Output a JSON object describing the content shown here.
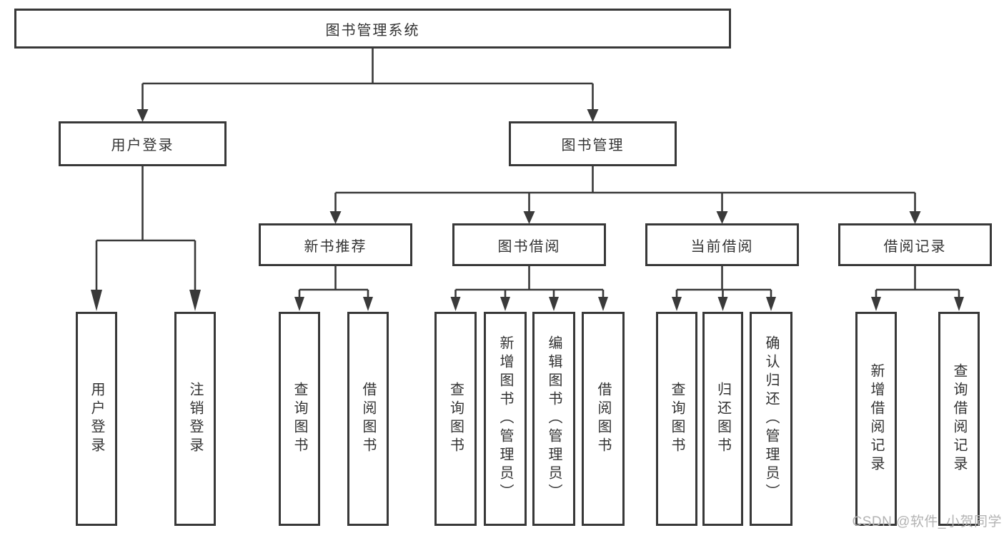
{
  "colors": {
    "line": "#3a3a3a",
    "border": "#383838",
    "text": "#333333",
    "box-bg": "#ffffff",
    "page-bg": "#ffffff",
    "watermark": "#b3b3b3"
  },
  "diagram": {
    "root_label": "图书管理系统",
    "level2": {
      "user_login": "用户登录",
      "book_management": "图书管理"
    },
    "level3": {
      "new_book_recommend": "新书推荐",
      "book_borrowing": "图书借阅",
      "current_borrowing": "当前借阅",
      "borrowing_records": "借阅记录"
    },
    "leaves": {
      "user_login": "用户登录",
      "logout": "注销登录",
      "recommend_query_books": "查询图书",
      "recommend_borrow_books": "借阅图书",
      "borrowing_query_books": "查询图书",
      "borrowing_add_books": "新增图书（管理员）",
      "borrowing_edit_books": "编辑图书（管理员）",
      "borrowing_borrow_books": "借阅图书",
      "current_query_books": "查询图书",
      "current_return_books": "归还图书",
      "current_confirm_return": "确认归还（管理员）",
      "records_add_record": "新增借阅记录",
      "records_query_record": "查询借阅记录"
    }
  },
  "watermark": "CSDN @软件_小贺同学"
}
